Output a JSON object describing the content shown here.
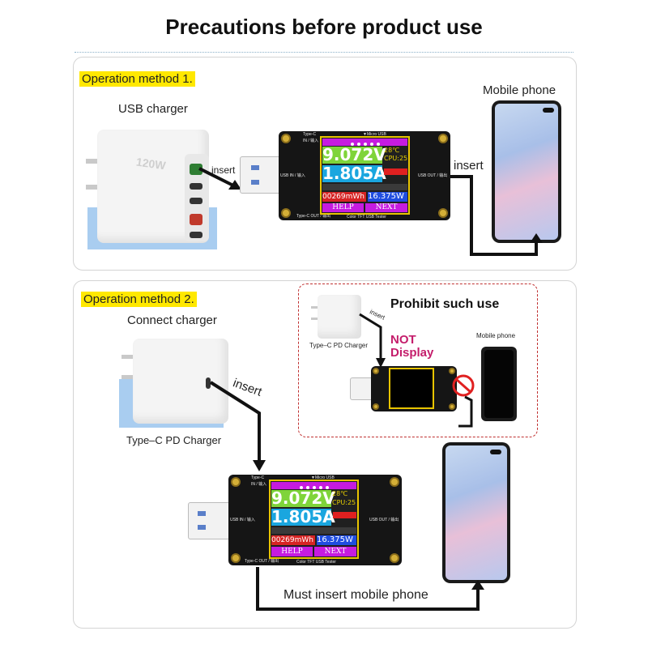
{
  "title": "Precautions before product use",
  "method1": {
    "heading": "Operation method 1.",
    "charger_label": "USB charger",
    "charger_brand": "120W",
    "insert_left": "insert",
    "insert_right": "insert",
    "phone_label": "Mobile phone"
  },
  "method2": {
    "heading": "Operation method 2.",
    "charger_label": "Connect charger",
    "charger_type": "Type–C PD Charger",
    "insert": "insert",
    "bottom_label": "Must insert mobile phone",
    "prohibit": {
      "title": "Prohibit such use",
      "not_display_1": "NOT",
      "not_display_2": "Display",
      "charger_label": "Type–C PD Charger",
      "insert": "insert",
      "phone_label": "Mobile phone"
    }
  },
  "tester": {
    "voltage": "9.072V",
    "temp": "28℃",
    "cpu": "CPU:25",
    "current": "1.805A",
    "energy": "00269mWh",
    "power": "16.375W",
    "help": "HELP",
    "next": "NEXT",
    "pcb_typec": "Type-C",
    "pcb_typec_in": "IN / 输入",
    "pcb_micro": "▼Micro USB",
    "pcb_usb_in": "USB IN / 输入",
    "pcb_usb_out": "USB OUT / 输出",
    "pcb_typec_out": "Type-C OUT / 输出",
    "pcb_name": "Color TFT USB Tester"
  },
  "colors": {
    "highlight": "#ffe800",
    "voltage_bg": "#7fd43a",
    "current_bg": "#1aa6df",
    "button_bg": "#c61be0",
    "not_display": "#c41d6b",
    "prohibit_border": "#c03030"
  }
}
